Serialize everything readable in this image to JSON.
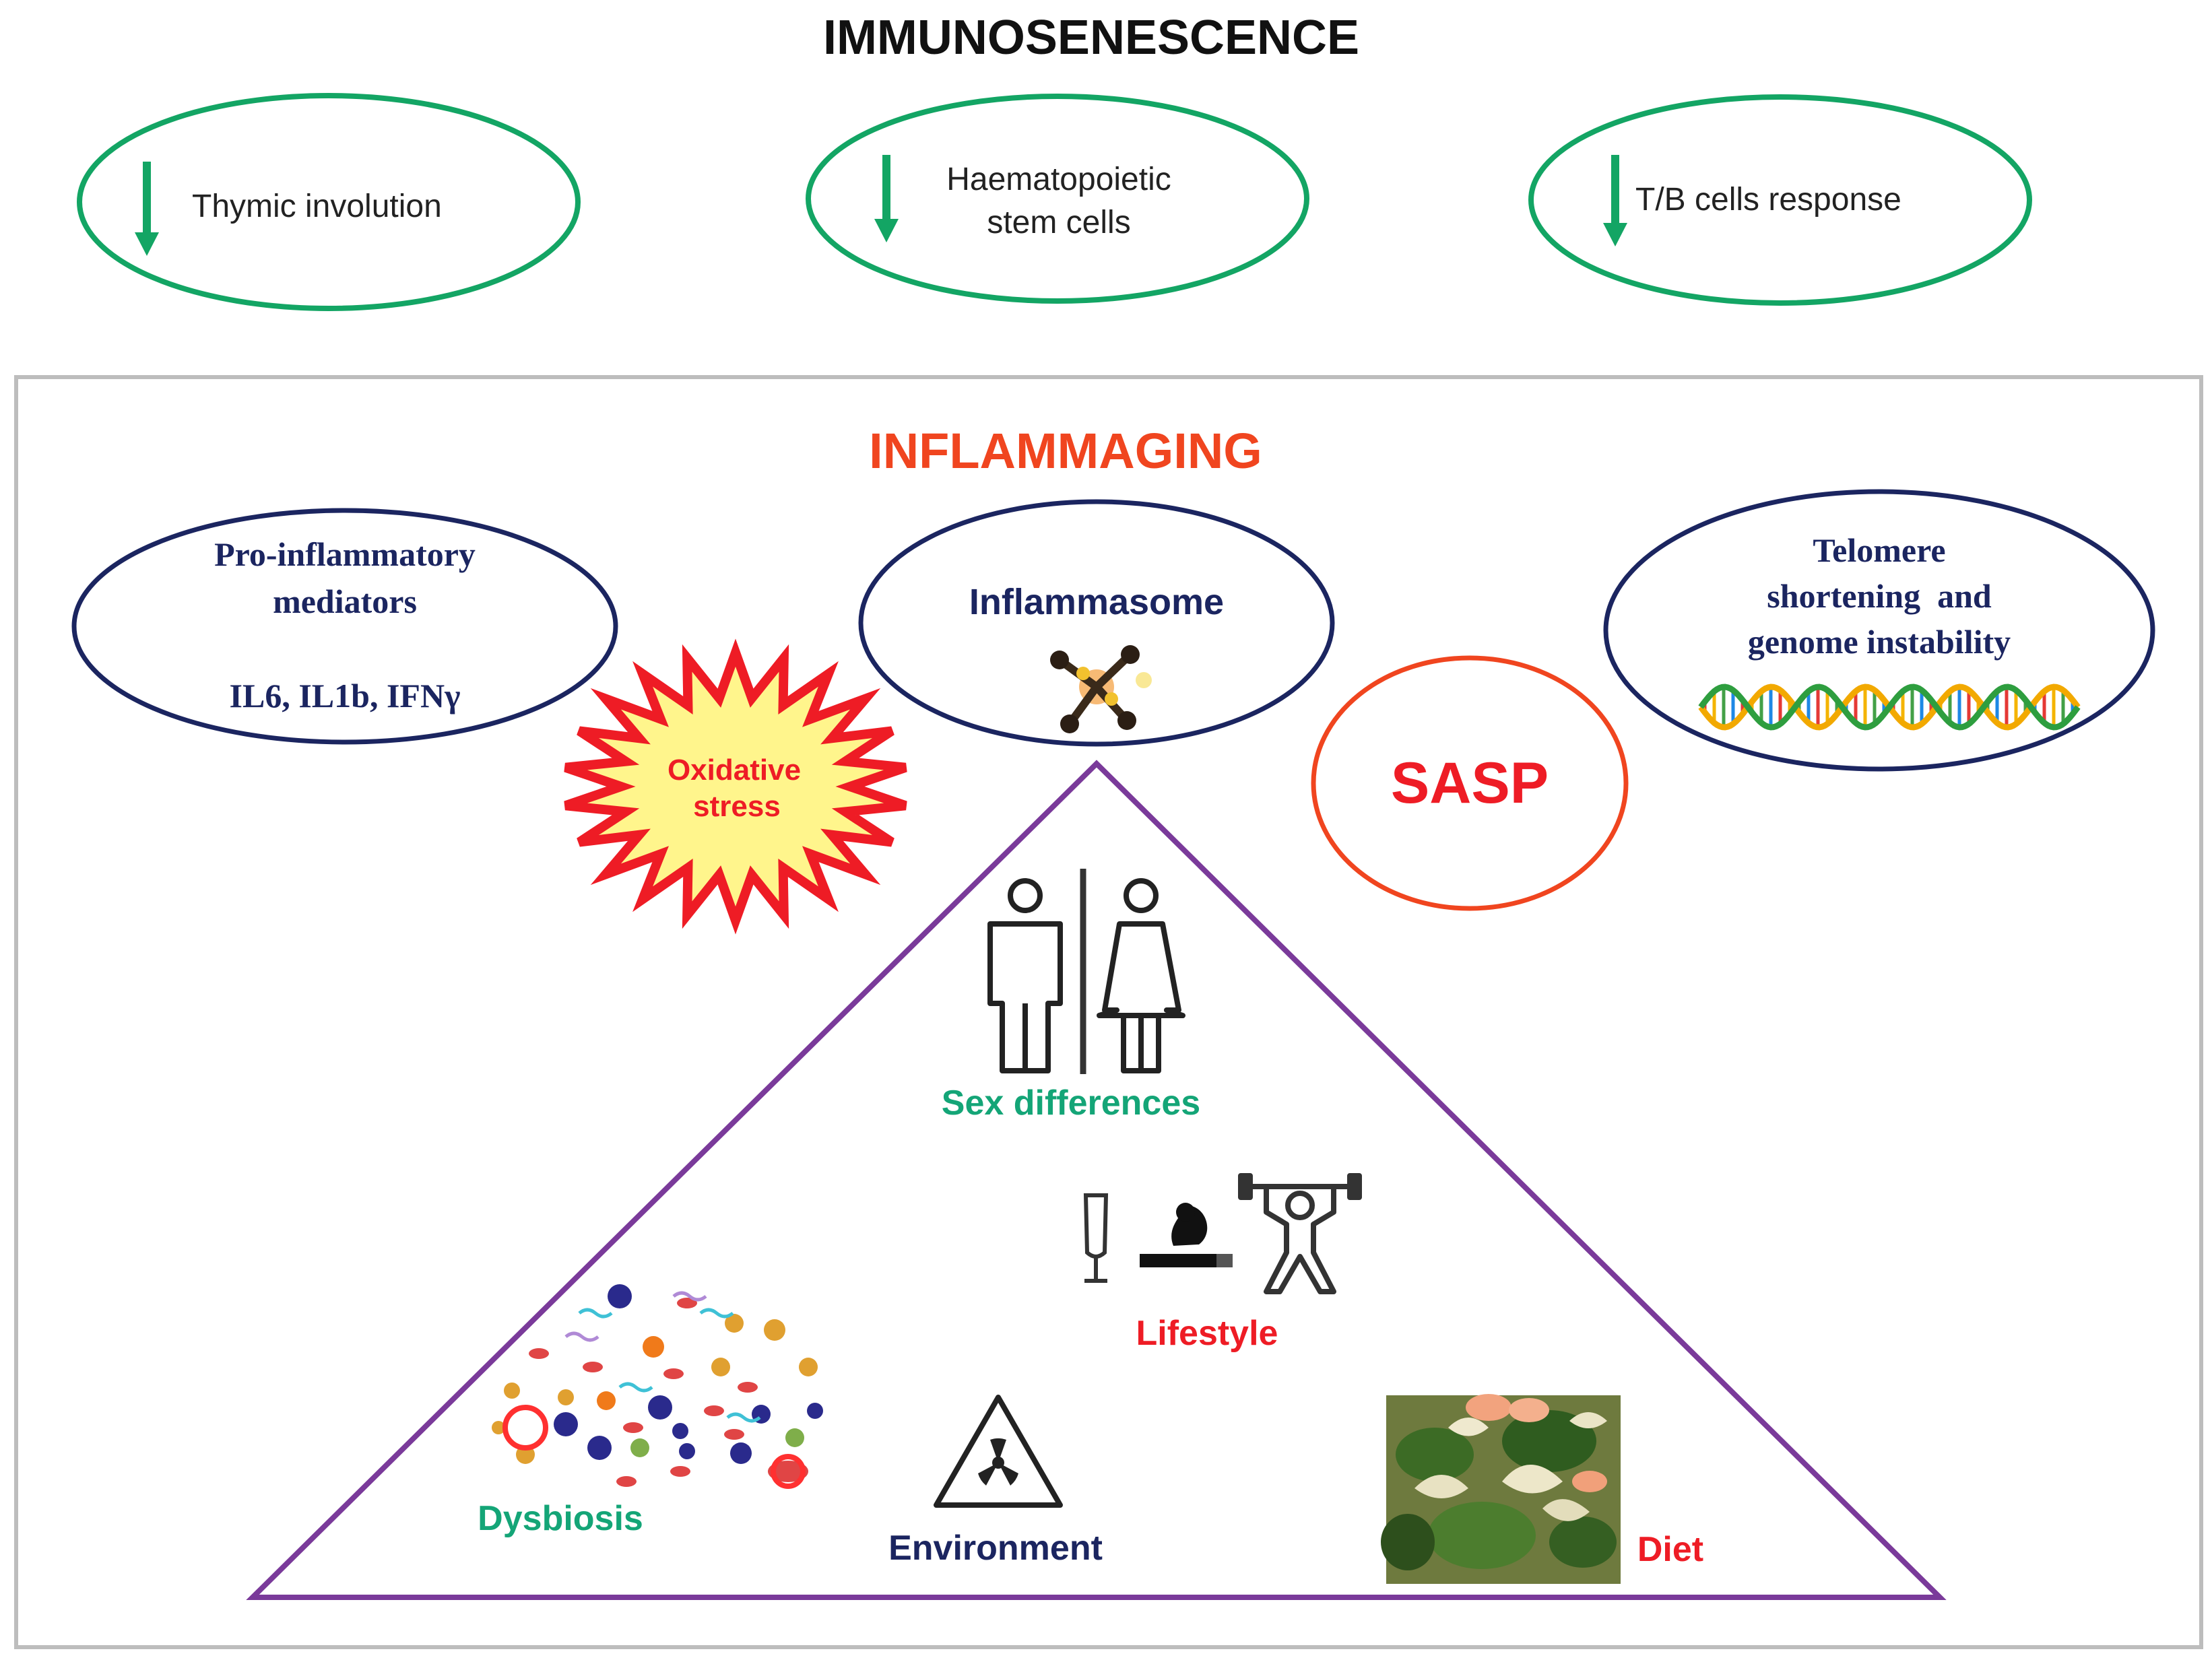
{
  "title": "IMMUNOSENESCENCE",
  "immunosenescence": {
    "items": [
      {
        "lines": [
          "Thymic involution"
        ],
        "arrow": "down"
      },
      {
        "lines": [
          "Haematopoietic",
          "stem cells"
        ],
        "arrow": "down"
      },
      {
        "lines": [
          "T/B cells response"
        ],
        "arrow": "down"
      }
    ]
  },
  "inflammaging": {
    "title": "INFLAMMAGING",
    "pro_inflammatory": {
      "lines": [
        "Pro-inflammatory",
        "mediators"
      ],
      "detail": "IL6, IL1b, IFNγ"
    },
    "inflammasome": "Inflammasome",
    "telomere": {
      "lines": [
        "Telomere",
        "shortening  and",
        "genome instability"
      ]
    },
    "oxidative_stress": {
      "lines": [
        "Oxidative",
        "stress"
      ]
    },
    "sasp": "SASP"
  },
  "factors": {
    "sex_differences": "Sex differences",
    "lifestyle": "Lifestyle",
    "dysbiosis": "Dysbiosis",
    "environment": "Environment",
    "diet": "Diet"
  },
  "icons": {
    "arrow": "down-arrow-icon",
    "inflammasome": "inflammasome-complex-icon",
    "dna": "dna-helix-icon",
    "people": "man-woman-icon",
    "wine": "wine-glass-icon",
    "smoking": "cigarette-icon",
    "fitness": "weightlifter-icon",
    "microbes": "microbiota-cluster-icon",
    "radiation": "radiation-warning-icon",
    "food": "salad-dish-icon"
  },
  "colors": {
    "green": "#13A564",
    "navy": "#1B2560",
    "red": "#EE1C25",
    "orange_red": "#F0451F",
    "purple": "#7A3A9A",
    "teal_green": "#14A577",
    "star_fill": "#FFF58C",
    "frame": "#BDBDBD"
  }
}
